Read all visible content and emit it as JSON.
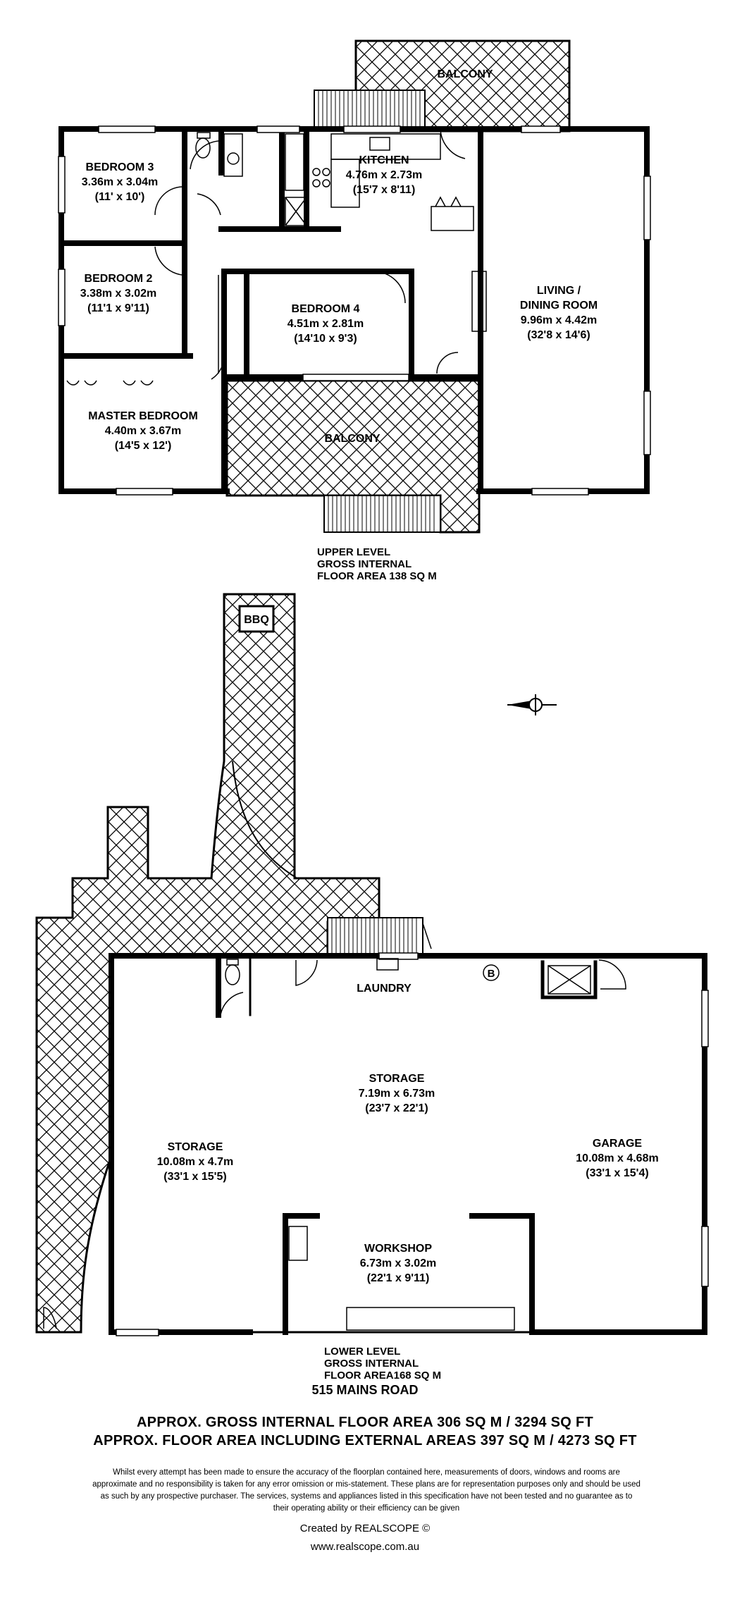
{
  "upper": {
    "balcony_top": "BALCONY",
    "balcony_mid": "BALCONY",
    "kitchen": {
      "name": "KITCHEN",
      "metric": "4.76m x 2.73m",
      "imperial": "(15'7 x 8'11)"
    },
    "bedroom3": {
      "name": "BEDROOM 3",
      "metric": "3.36m x 3.04m",
      "imperial": "(11' x 10')"
    },
    "bedroom2": {
      "name": "BEDROOM 2",
      "metric": "3.38m x 3.02m",
      "imperial": "(11'1 x 9'11)"
    },
    "bedroom4": {
      "name": "BEDROOM 4",
      "metric": "4.51m x 2.81m",
      "imperial": "(14'10 x 9'3)"
    },
    "master": {
      "name": "MASTER BEDROOM",
      "metric": "4.40m x 3.67m",
      "imperial": "(14'5 x 12')"
    },
    "living": {
      "name1": "LIVING /",
      "name2": "DINING ROOM",
      "metric": "9.96m x 4.42m",
      "imperial": "(32'8 x 14'6)"
    },
    "level_line1": "UPPER LEVEL",
    "level_line2": "GROSS INTERNAL",
    "level_line3": "FLOOR AREA 138 SQ M"
  },
  "lower": {
    "bbq": "BBQ",
    "laundry": "LAUNDRY",
    "boiler": "B",
    "storage_center": {
      "name": "STORAGE",
      "metric": "7.19m x 6.73m",
      "imperial": "(23'7 x 22'1)"
    },
    "storage_left": {
      "name": "STORAGE",
      "metric": "10.08m x 4.7m",
      "imperial": "(33'1 x 15'5)"
    },
    "garage": {
      "name": "GARAGE",
      "metric": "10.08m x 4.68m",
      "imperial": "(33'1 x 15'4)"
    },
    "workshop": {
      "name": "WORKSHOP",
      "metric": "6.73m x 3.02m",
      "imperial": "(22'1 x 9'11)"
    },
    "level_line1": "LOWER LEVEL",
    "level_line2": "GROSS INTERNAL",
    "level_line3": "FLOOR AREA168 SQ M"
  },
  "footer": {
    "address": "515 MAINS ROAD",
    "area_internal": "APPROX. GROSS INTERNAL FLOOR AREA 306 SQ M / 3294 SQ FT",
    "area_external": "APPROX. FLOOR AREA INCLUDING EXTERNAL AREAS 397 SQ M / 4273 SQ FT",
    "disclaimer": "Whilst every attempt has been made to ensure the accuracy of the floorplan contained here, measurements of doors, windows and rooms are approximate and no responsibility is taken for any error omission or mis-statement. These plans are for representation purposes only and should be used as such by any prospective purchaser. The services, systems and appliances listed in this specification have not been tested and no guarantee as to their operating ability or their efficiency can be given",
    "created_by": "Created by REALSCOPE ©",
    "website": "www.realscope.com.au"
  },
  "icons": {
    "compass": "compass-icon"
  },
  "colors": {
    "wall": "#000000",
    "hatch": "#000000",
    "background": "#ffffff"
  }
}
